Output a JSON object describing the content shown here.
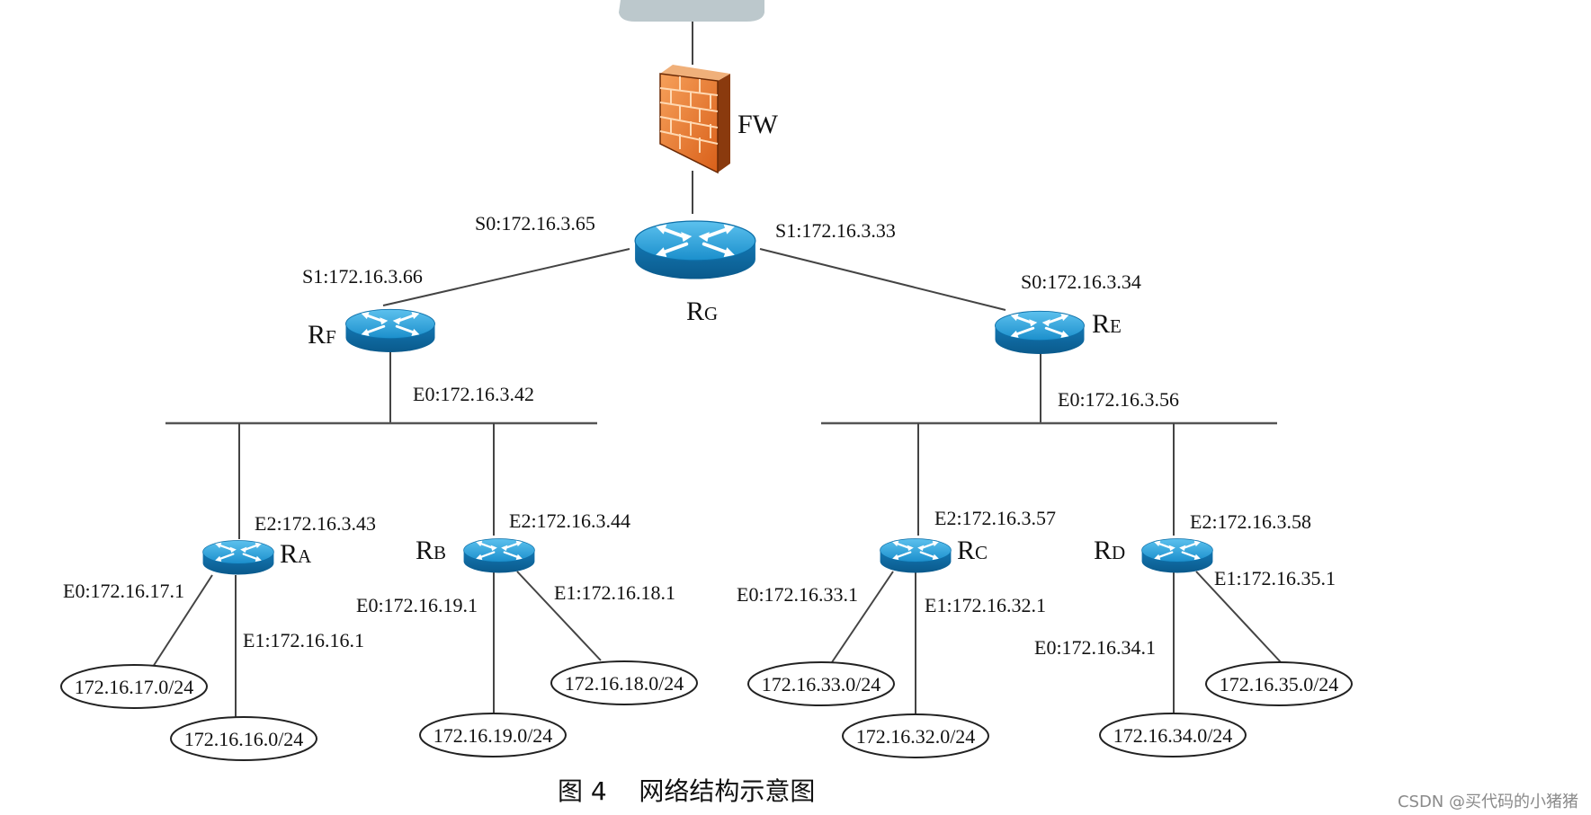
{
  "firewall": {
    "label": "FW",
    "icon": "firewall-icon"
  },
  "routers": {
    "RG": {
      "letter": "R",
      "sub": "G",
      "s0": "S0:172.16.3.65",
      "s1": "S1:172.16.3.33"
    },
    "RF": {
      "letter": "R",
      "sub": "F",
      "s1": "S1:172.16.3.66",
      "e0": "E0:172.16.3.42"
    },
    "RE": {
      "letter": "R",
      "sub": "E",
      "s0": "S0:172.16.3.34",
      "e0": "E0:172.16.3.56"
    },
    "RA": {
      "letter": "R",
      "sub": "A",
      "e2": "E2:172.16.3.43",
      "e0": "E0:172.16.17.1",
      "e1": "E1:172.16.16.1"
    },
    "RB": {
      "letter": "R",
      "sub": "B",
      "e2": "E2:172.16.3.44",
      "e0": "E0:172.16.19.1",
      "e1": "E1:172.16.18.1"
    },
    "RC": {
      "letter": "R",
      "sub": "C",
      "e2": "E2:172.16.3.57",
      "e0": "E0:172.16.33.1",
      "e1": "E1:172.16.32.1"
    },
    "RD": {
      "letter": "R",
      "sub": "D",
      "e2": "E2:172.16.3.58",
      "e0": "E0:172.16.34.1",
      "e1": "E1:172.16.35.1"
    }
  },
  "subnets": {
    "n17": "172.16.17.0/24",
    "n16": "172.16.16.0/24",
    "n19": "172.16.19.0/24",
    "n18": "172.16.18.0/24",
    "n33": "172.16.33.0/24",
    "n32": "172.16.32.0/24",
    "n34": "172.16.34.0/24",
    "n35": "172.16.35.0/24"
  },
  "caption": "图 4    网络结构示意图",
  "watermark": "CSDN @买代码的小猪猪",
  "colors": {
    "router_top": "#2e9fd6",
    "router_side": "#0d6fa8",
    "firewall": "#e8782a",
    "cloud": "#bcc8cc"
  }
}
